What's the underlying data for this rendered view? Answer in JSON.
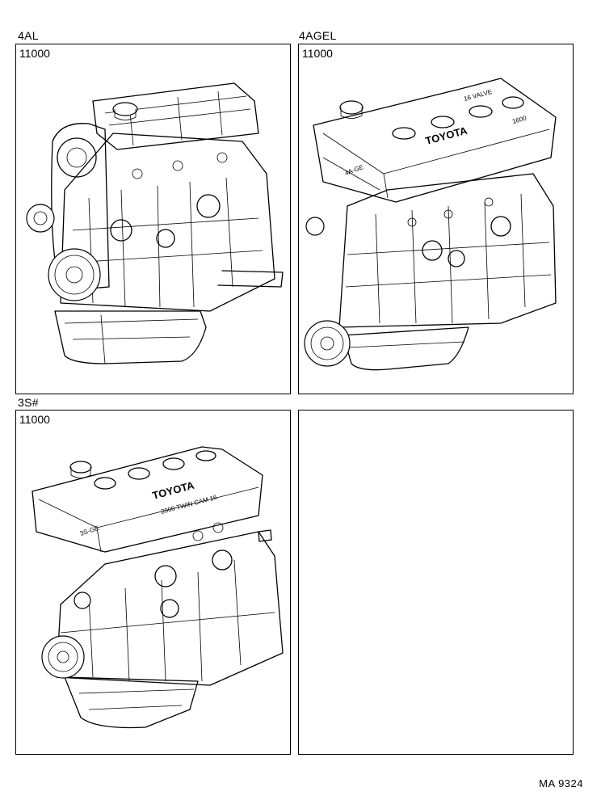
{
  "panels": [
    {
      "model": "4AL",
      "part_number": "11000",
      "icon": "engine-assembly-4al-icon"
    },
    {
      "model": "4AGEL",
      "part_number": "11000",
      "icon": "engine-assembly-4agel-icon",
      "cover_text": [
        "TOYOTA",
        "16 VALVE",
        "1600",
        "4A-GE"
      ]
    },
    {
      "model": "3S#",
      "part_number": "11000",
      "icon": "engine-assembly-3s-icon",
      "cover_text": [
        "TOYOTA",
        "2000 TWIN CAM 16",
        "3S-GE"
      ]
    },
    {
      "model": "",
      "part_number": ""
    }
  ],
  "footer": {
    "ref": "MA 9324"
  }
}
